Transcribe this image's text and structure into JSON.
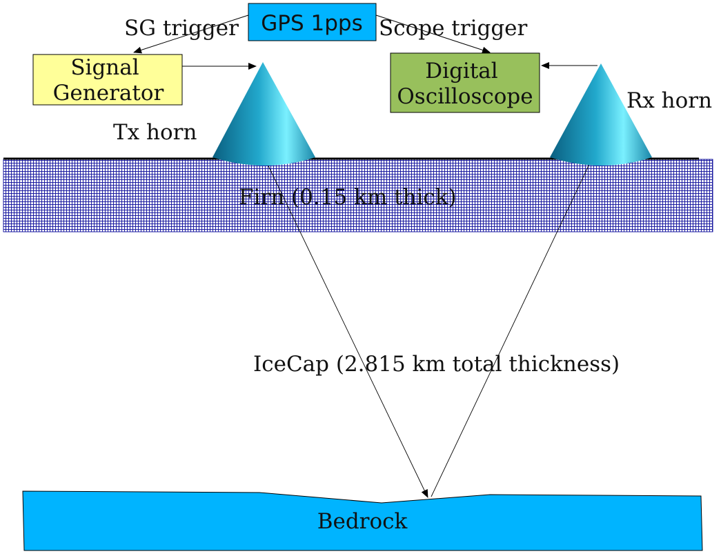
{
  "gps": {
    "label": "GPS 1pps"
  },
  "sg_trigger": {
    "label": "SG trigger"
  },
  "scope_trigger": {
    "label": "Scope trigger"
  },
  "signal_generator": {
    "line1": "Signal",
    "line2": "Generator"
  },
  "oscilloscope": {
    "line1": "Digital",
    "line2": "Oscilloscope"
  },
  "tx_horn": {
    "label": "Tx horn"
  },
  "rx_horn": {
    "label": "Rx horn"
  },
  "firn": {
    "label": "Firn (0.15 km thick)"
  },
  "icecap": {
    "label": "IceCap (2.815 km total thickness)"
  },
  "bedrock": {
    "label": "Bedrock"
  },
  "colors": {
    "gps_box": "#00b4ff",
    "signal_generator_box": "#ffff99",
    "oscilloscope_box": "#98c05c",
    "firn_hatch": "#1a1aa0",
    "bedrock_fill": "#00b4ff",
    "horn_light": "#7af0ff",
    "horn_dark": "#0a6f90"
  }
}
